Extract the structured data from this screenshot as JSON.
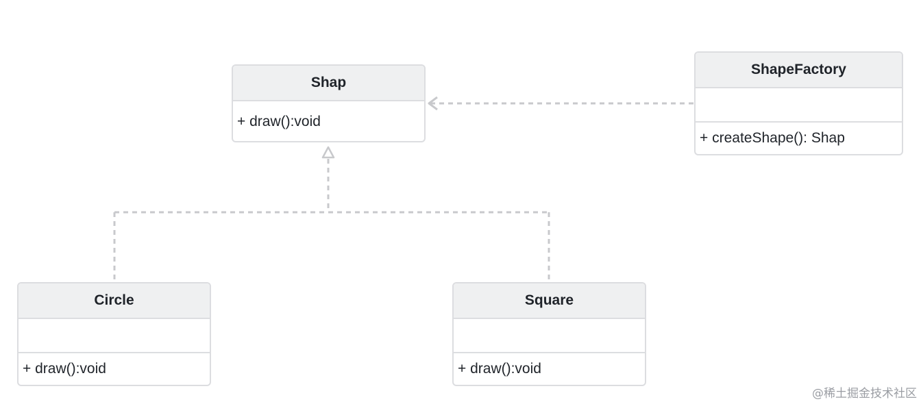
{
  "diagram": {
    "classes": {
      "shap": {
        "name": "Shap",
        "methods": [
          "+ draw():void"
        ]
      },
      "shape_factory": {
        "name": "ShapeFactory",
        "attributes": "",
        "methods": [
          "+ createShape(): Shap"
        ]
      },
      "circle": {
        "name": "Circle",
        "attributes": "",
        "methods": [
          "+ draw():void"
        ]
      },
      "square": {
        "name": "Square",
        "attributes": "",
        "methods": [
          "+ draw():void"
        ]
      }
    },
    "relations": [
      {
        "from": "ShapeFactory",
        "to": "Shap",
        "kind": "dependency"
      },
      {
        "from": "Circle",
        "to": "Shap",
        "kind": "realization"
      },
      {
        "from": "Square",
        "to": "Shap",
        "kind": "realization"
      }
    ],
    "colors": {
      "border": "#dcdde0",
      "header_fill": "#eff0f1",
      "connector": "#c8c9cc",
      "text": "#1f2329"
    }
  },
  "watermark": "@稀土掘金技术社区"
}
